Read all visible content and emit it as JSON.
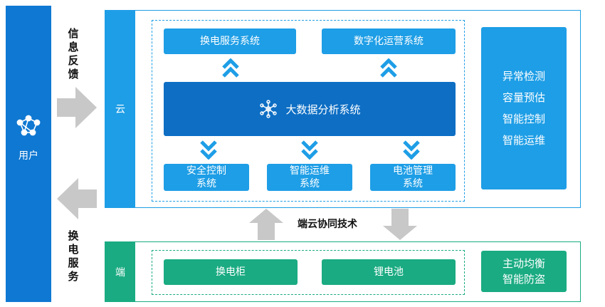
{
  "user": {
    "label": "用户"
  },
  "left_labels": {
    "feedback": "信息反馈",
    "swap_service": "换电服务"
  },
  "cloud": {
    "label": "云",
    "top_systems": [
      "换电服务系统",
      "数字化运营系统"
    ],
    "core": "大数据分析系统",
    "bottom_systems": [
      {
        "line1": "安全控制",
        "line2": "系统"
      },
      {
        "line1": "智能运维",
        "line2": "系统"
      },
      {
        "line1": "电池管理",
        "line2": "系统"
      }
    ],
    "side_functions": [
      "异常检测",
      "容量预估",
      "智能控制",
      "智能运维"
    ]
  },
  "middle": {
    "label": "端云协同技术"
  },
  "edge": {
    "label": "端",
    "devices": [
      "换电柜",
      "锂电池"
    ],
    "side_functions": [
      "主动均衡",
      "智能防盗"
    ]
  },
  "colors": {
    "user_blue": "#0f78d2",
    "cloud_blue": "#1e9ee6",
    "core_blue": "#0d6ec4",
    "edge_green": "#1aab82",
    "arrow_gray": "#c8c8c8"
  }
}
